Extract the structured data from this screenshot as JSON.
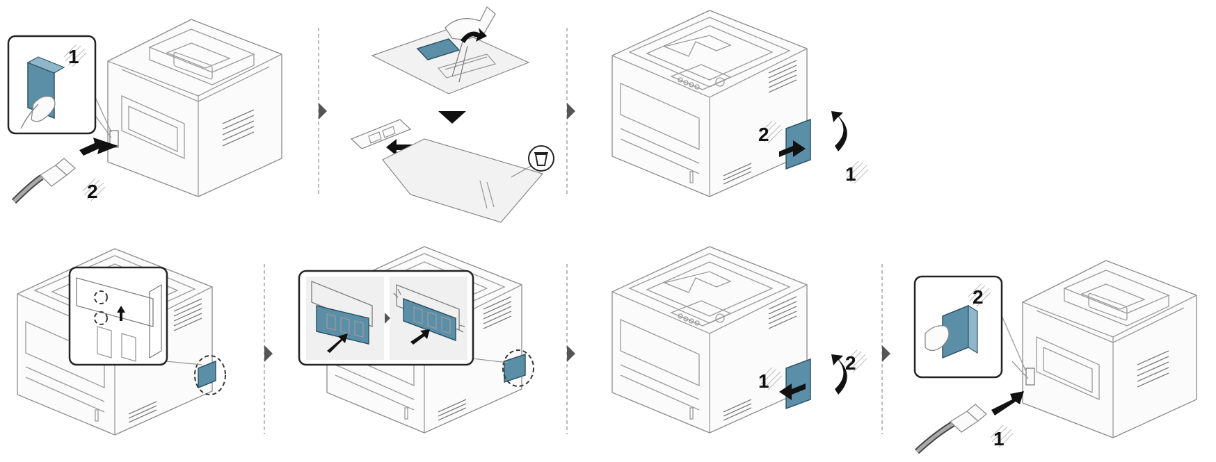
{
  "step_labels": {
    "s1_callout": "1",
    "s1_cable": "2",
    "s3_push": "2",
    "s3_swing": "1",
    "s6_pull": "1",
    "s6_swing": "2",
    "s7_callout": "2",
    "s7_cable": "1"
  },
  "icons": [
    "recycle-bin-icon",
    "power-switch-icon",
    "power-cable-icon",
    "memory-module-icon",
    "arrow-icon"
  ],
  "colors": {
    "accent": "#5b8fa8",
    "outline": "#8a8a8a",
    "separator": "#777777"
  }
}
